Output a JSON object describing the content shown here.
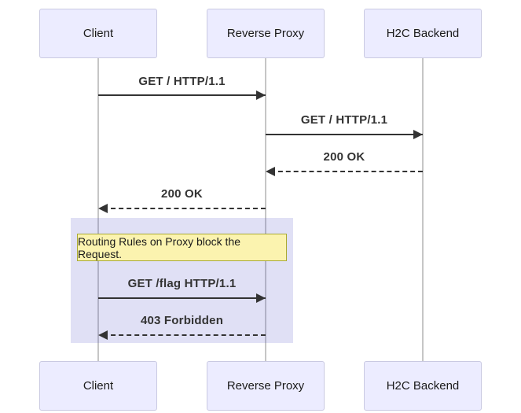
{
  "diagram": {
    "type": "sequence",
    "actors": [
      {
        "name": "Client"
      },
      {
        "name": "Reverse Proxy"
      },
      {
        "name": "H2C Backend"
      }
    ],
    "messages": [
      {
        "from": "Client",
        "to": "Reverse Proxy",
        "label": "GET / HTTP/1.1",
        "line": "solid",
        "arrow": "right"
      },
      {
        "from": "Reverse Proxy",
        "to": "H2C Backend",
        "label": "GET / HTTP/1.1",
        "line": "solid",
        "arrow": "right"
      },
      {
        "from": "H2C Backend",
        "to": "Reverse Proxy",
        "label": "200 OK",
        "line": "dotted",
        "arrow": "left"
      },
      {
        "from": "Reverse Proxy",
        "to": "Client",
        "label": "200 OK",
        "line": "dotted",
        "arrow": "left"
      },
      {
        "from": "Client",
        "to": "Reverse Proxy",
        "label": "GET /flag HTTP/1.1",
        "line": "solid",
        "arrow": "right"
      },
      {
        "from": "Reverse Proxy",
        "to": "Client",
        "label": "403 Forbidden",
        "line": "dotted",
        "arrow": "left"
      }
    ],
    "note": {
      "text": "Routing Rules on Proxy block the Request.",
      "over": "Client, Reverse Proxy"
    },
    "highlight_region": {
      "covers": "Client to Reverse Proxy, blocked request exchange"
    },
    "colors": {
      "actor_fill": "#ECECFF",
      "actor_border": "#C9C9E2",
      "lifeline": "#C6C6C6",
      "message": "#333333",
      "note_fill": "#FBF3AF",
      "note_border": "#AAAA33",
      "highlight_fill": "rgba(85,85,200,0.18)"
    }
  }
}
